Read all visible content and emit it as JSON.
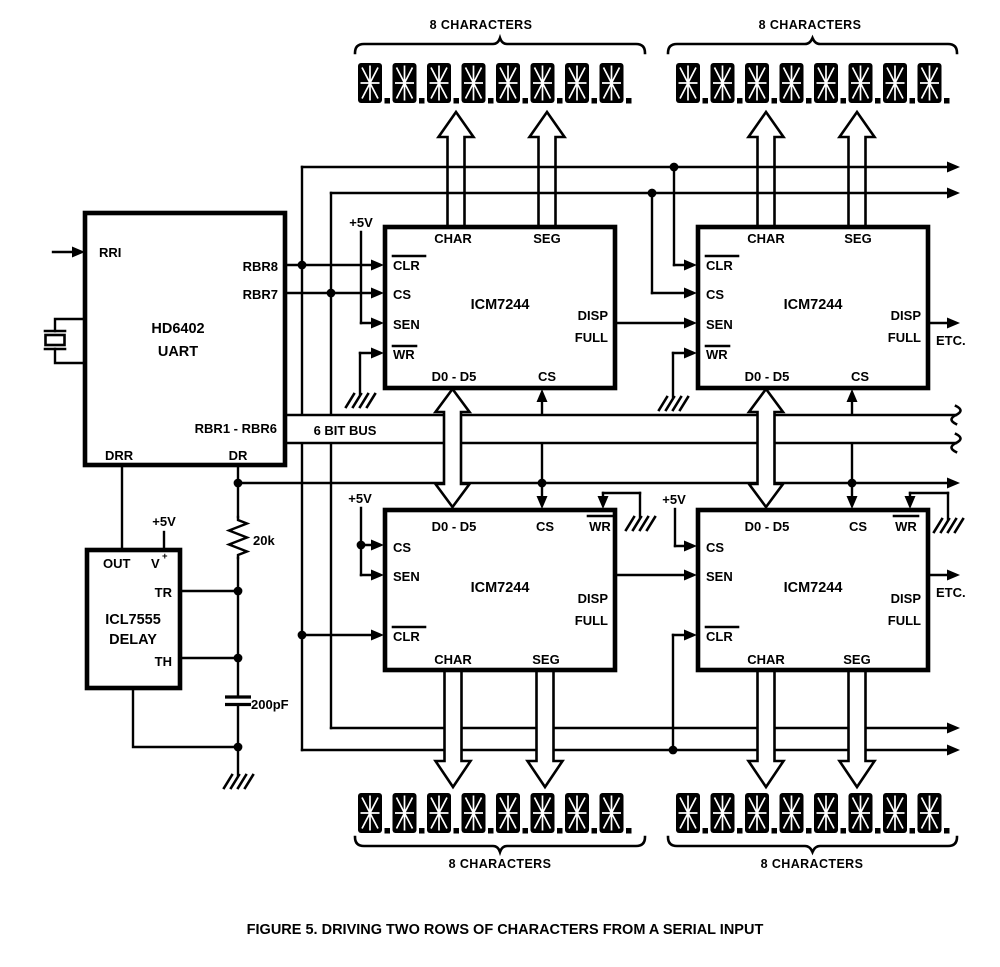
{
  "caption": "FIGURE 5.  DRIVING TWO ROWS OF CHARACTERS FROM A SERIAL INPUT",
  "labels": {
    "eight_characters": "8 CHARACTERS",
    "six_bit_bus": "6 BIT BUS",
    "etc": "ETC.",
    "plus_5v": "+5V",
    "resistor_value": "20k",
    "capacitor_value": "200pF"
  },
  "uart": {
    "name_line1": "HD6402",
    "name_line2": "UART",
    "pins": {
      "rri": "RRI",
      "rbr8": "RBR8",
      "rbr7": "RBR7",
      "rbr_bus": "RBR1 - RBR6",
      "drr": "DRR",
      "dr": "DR"
    }
  },
  "delay_timer": {
    "name_line1": "ICL7555",
    "name_line2": "DELAY",
    "pins": {
      "out": "OUT",
      "vplus_base": "V",
      "vplus_sup": "+",
      "tr": "TR",
      "th": "TH"
    }
  },
  "display_driver": {
    "name": "ICM7244",
    "pins": {
      "char": "CHAR",
      "seg": "SEG",
      "clr": "CLR",
      "cs": "CS",
      "sen": "SEN",
      "wr": "WR",
      "data_bus": "D0 - D5",
      "disp": "DISP",
      "full": "FULL"
    }
  }
}
